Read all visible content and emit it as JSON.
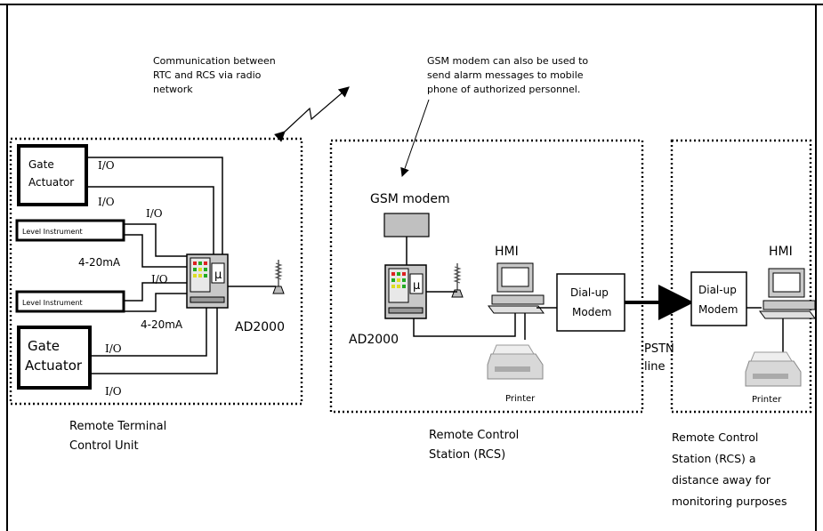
{
  "notes": {
    "radio": [
      "Communication   between",
      "RTC  and  RCS  via  radio",
      "network"
    ],
    "gsm": [
      "GSM modem can also be used to",
      "send alarm messages to mobile",
      "phone of authorized personnel."
    ]
  },
  "rtu": {
    "gate_actuator_top": [
      "Gate",
      "Actuator"
    ],
    "level_instrument_1": "Level Instrument",
    "level_instrument_2": "Level Instrument",
    "gate_actuator_bottom": [
      "Gate",
      "Actuator"
    ],
    "io": "I/O",
    "ma": "4-20mA",
    "controller": "AD2000",
    "caption": [
      "Remote  Terminal",
      "Control Unit"
    ]
  },
  "rcs": {
    "gsm_modem": "GSM modem",
    "hmi": "HMI",
    "dialup": [
      "Dial-up",
      "Modem"
    ],
    "controller": "AD2000",
    "printer": "Printer",
    "caption": [
      "Remote        Control",
      "Station (RCS)"
    ]
  },
  "pstn": [
    "PSTN",
    "line"
  ],
  "remote": {
    "hmi": "HMI",
    "dialup": [
      "Dial-up",
      "Modem"
    ],
    "printer": "Printer",
    "caption": [
      "Remote         Control",
      "Station   (RCS)   a",
      "distance  away  for",
      "monitoring purposes"
    ]
  },
  "colors": {
    "line": "#000000",
    "background": "#ffffff",
    "device_gray": "#c0c0c0"
  }
}
